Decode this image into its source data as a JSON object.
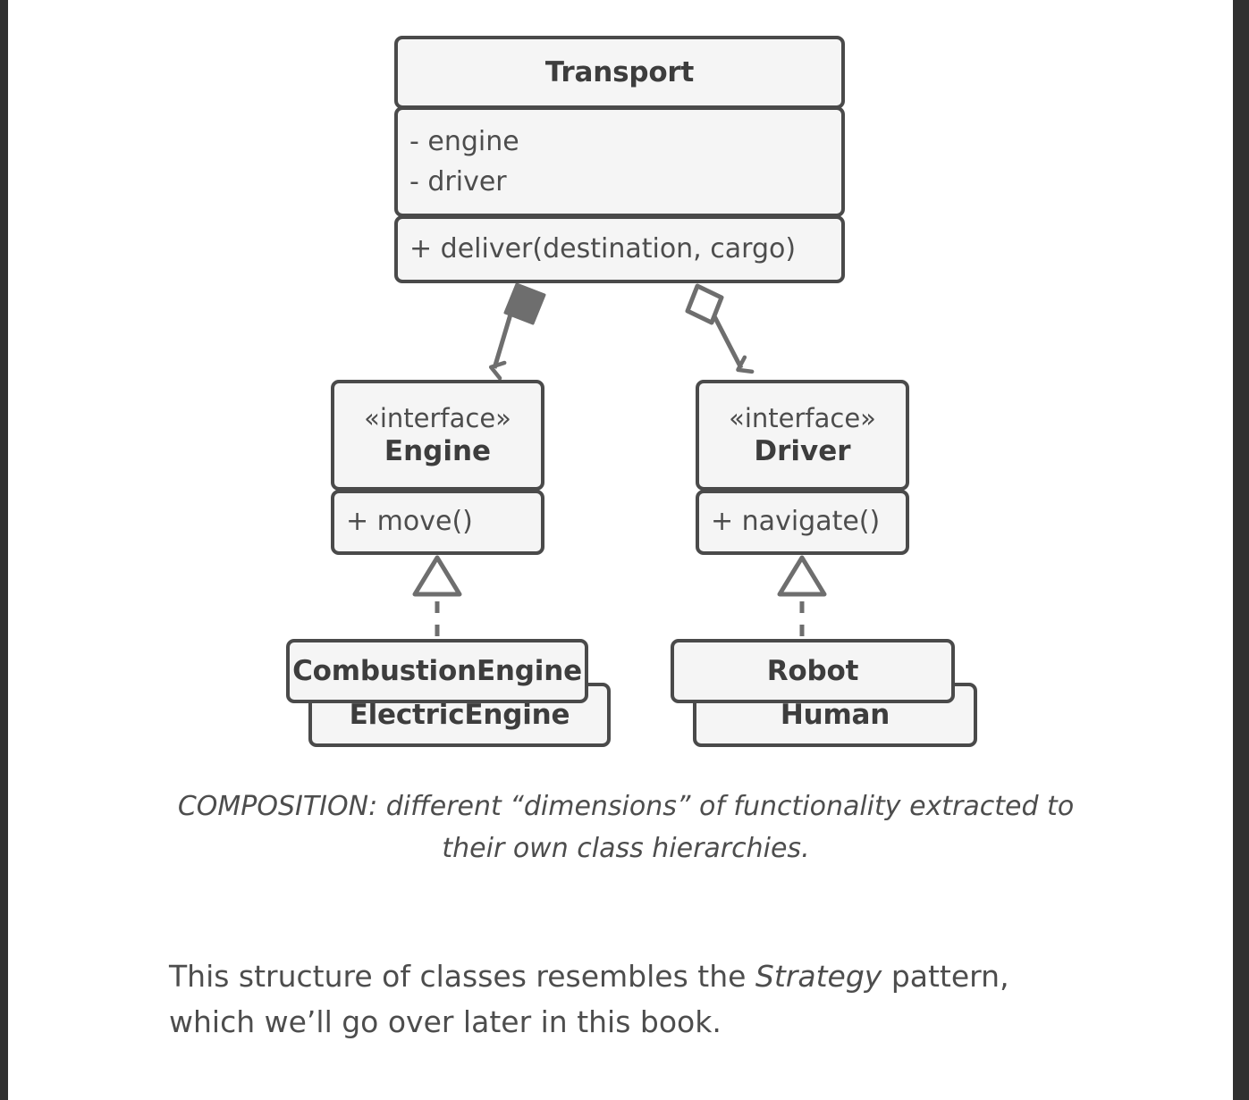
{
  "diagram": {
    "type": "uml-class-diagram",
    "title_note": "Bridge pattern structure",
    "colors": {
      "box_fill": "#f5f5f5",
      "box_border": "#4a4a4a",
      "connector": "#6e6e6e",
      "text": "#4d4d4d",
      "page_rail": "#303030",
      "page_background": "#ffffff"
    },
    "classes": {
      "transport": {
        "name": "Transport",
        "attributes": [
          "- engine",
          "- driver"
        ],
        "operations": [
          "+ deliver(destination, cargo)"
        ]
      },
      "engine": {
        "stereotype": "«interface»",
        "name": "Engine",
        "operations": [
          "+ move()"
        ]
      },
      "driver": {
        "stereotype": "«interface»",
        "name": "Driver",
        "operations": [
          "+ navigate()"
        ]
      },
      "combustion_engine": {
        "name": "CombustionEngine"
      },
      "electric_engine": {
        "name": "ElectricEngine"
      },
      "robot": {
        "name": "Robot"
      },
      "human": {
        "name": "Human"
      }
    },
    "relationships": [
      {
        "id": "transport-engine",
        "from": "Transport",
        "to": "Engine",
        "kind": "composition",
        "marker": "filled-diamond",
        "line": "solid",
        "arrowhead": "open"
      },
      {
        "id": "transport-driver",
        "from": "Transport",
        "to": "Driver",
        "kind": "aggregation",
        "marker": "hollow-diamond",
        "line": "solid",
        "arrowhead": "open"
      },
      {
        "id": "combustionengine-engine",
        "from": "CombustionEngine",
        "to": "Engine",
        "kind": "realization",
        "marker": "hollow-triangle",
        "line": "dashed",
        "arrowhead": "hollow-triangle"
      },
      {
        "id": "robot-driver",
        "from": "Robot",
        "to": "Driver",
        "kind": "realization",
        "marker": "hollow-triangle",
        "line": "dashed",
        "arrowhead": "hollow-triangle"
      }
    ]
  },
  "caption": {
    "text": "COMPOSITION: different “dimensions” of functionality extracted to their own class hierarchies."
  },
  "body": {
    "part1": "This structure of classes resembles the ",
    "emphasis": "Strategy",
    "part2": " pattern, which we’ll go over later in this book."
  }
}
